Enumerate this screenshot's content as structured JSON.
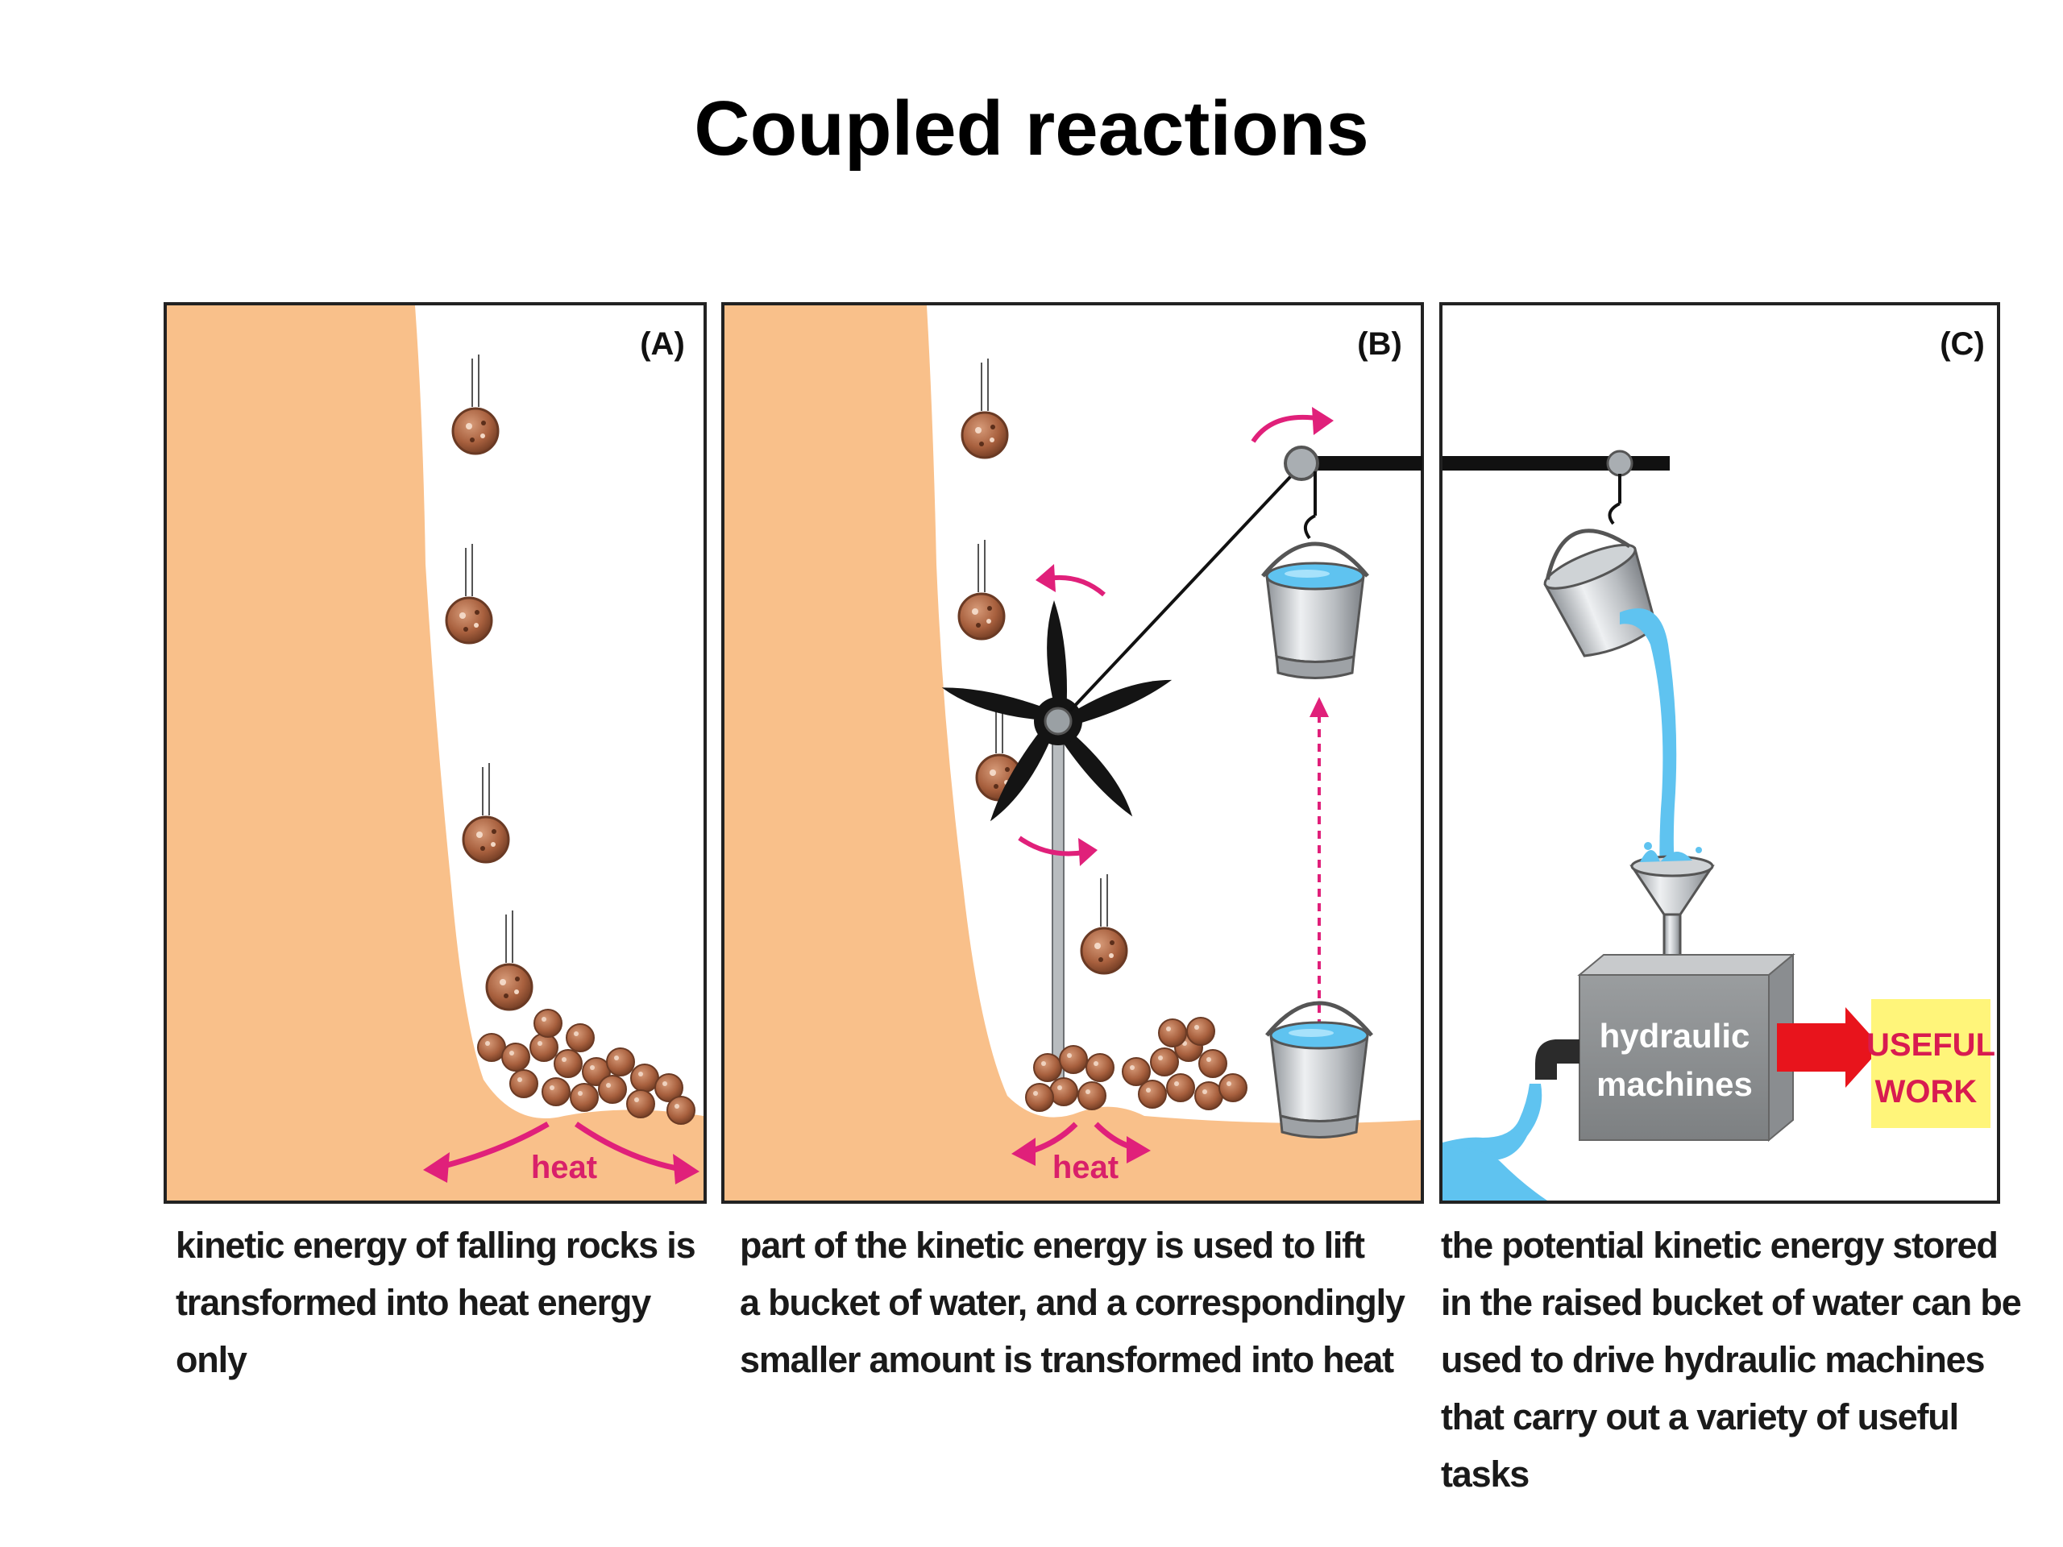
{
  "title": "Coupled reactions",
  "panels": [
    {
      "label": "(A)",
      "heat": "heat",
      "caption": [
        "kinetic energy of falling rocks is",
        "transformed into heat energy",
        "only"
      ]
    },
    {
      "label": "(B)",
      "heat": "heat",
      "caption": [
        "part of the kinetic energy is used to lift",
        "a bucket of water, and a correspondingly",
        "smaller amount is transformed into heat"
      ]
    },
    {
      "label": "(C)",
      "machine": [
        "hydraulic",
        "machines"
      ],
      "work": [
        "USEFUL",
        "WORK"
      ],
      "caption": [
        "the potential kinetic energy stored",
        "in the raised bucket of water can be",
        "used to drive hydraulic machines",
        "that carry out a variety of useful",
        "tasks"
      ]
    }
  ],
  "colors": {
    "cliff": "#f9c08a",
    "heat_arrow": "#e0207a",
    "water": "#5fc3f0",
    "rock": "#a8603e",
    "work_box": "#fff57a",
    "work_arrow": "#e8141c"
  }
}
